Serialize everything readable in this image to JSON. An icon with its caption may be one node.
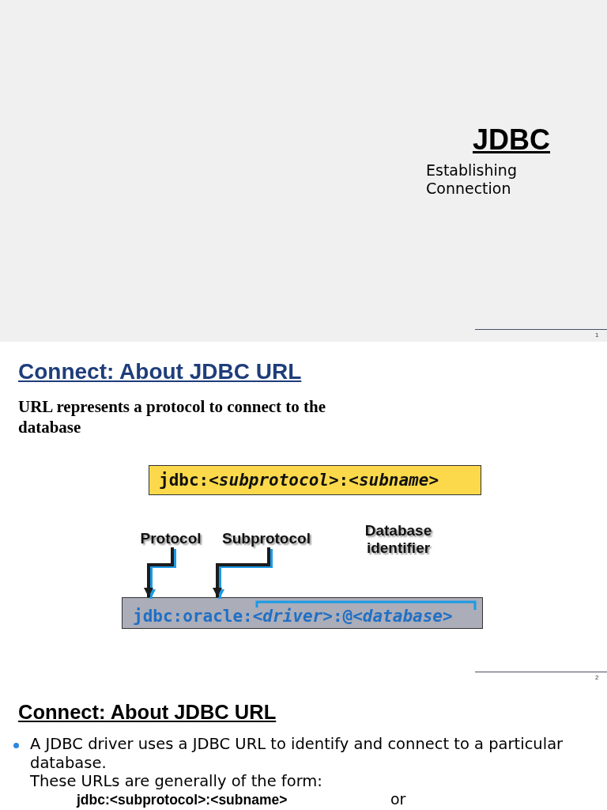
{
  "diagram": {
    "nodes": [
      {
        "text": [
          "jdbc:*<subprotocol>*:*<subname>*"
        ]
      },
      {
        "text": [
          "Protocol"
        ]
      },
      {
        "text": [
          "Subprotocol"
        ]
      },
      {
        "text": [
          "Database identifier"
        ]
      },
      {
        "text": [
          "jdbc:oracle:*<driver>*:@*<database>*"
        ]
      }
    ],
    "edges": [
      {
        "from": 1,
        "to": 0,
        "arrow": "to"
      },
      {
        "from": 2,
        "to": 0,
        "arrow": "to"
      },
      {
        "from": 3,
        "to": 0,
        "arrow": "to"
      },
      {
        "from": 1,
        "to": 4,
        "arrow": "to",
        "color": "#1a1a1a"
      },
      {
        "from": 2,
        "to": 4,
        "arrow": "to",
        "color": "#1a1a1a"
      },
      {
        "from": 3,
        "to": 4,
        "arrow": "to"
      }
    ],
    "labels": [
      "JDBC",
      "Establishing Connection",
      "1",
      "Connect: About JDBC URL",
      "URL represents a protocol to connect to the database",
      "2",
      "Connect: About JDBC URL",
      "A JDBC driver uses a JDBC URL to identify and connect to a particular database.",
      "These URLs are generally of the form:",
      "jdbc:<subprotocol>:<subname>",
      "or"
    ]
  }
}
